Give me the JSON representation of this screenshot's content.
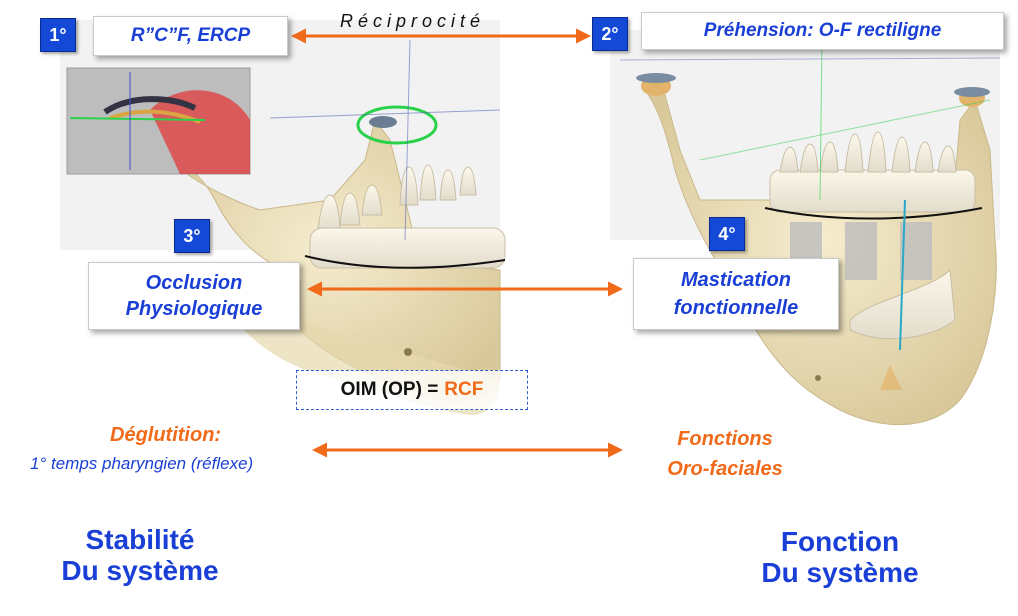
{
  "top": {
    "left_step_number": "1°",
    "left_label": "R”C”F, ERCP",
    "reciprocity": "Réciprocité",
    "right_step_number": "2°",
    "right_label": "Préhension: O-F rectiligne"
  },
  "middle": {
    "left_step_number": "3°",
    "left_label_line1": "Occlusion",
    "left_label_line2": "Physiologique",
    "right_step_number": "4°",
    "right_label_line1": "Mastication",
    "right_label_line2": "fonctionnelle"
  },
  "equation": {
    "prefix": "OIM (OP) =",
    "highlight": "RCF"
  },
  "bottom": {
    "deglutition_title": "Déglutition:",
    "deglutition_sub": "1° temps pharyngien (réflexe)",
    "fonctions_line1": "Fonctions",
    "fonctions_line2": "Oro-faciales",
    "stabilite_line1": "Stabilité",
    "stabilite_line2": "Du système",
    "fonction_line1": "Fonction",
    "fonction_line2": "Du système"
  },
  "colors": {
    "accent_orange": "#f06a1a",
    "label_blue": "#1a3fd6",
    "badge_blue": "#1448d6",
    "bone": "#f1e6c2"
  }
}
